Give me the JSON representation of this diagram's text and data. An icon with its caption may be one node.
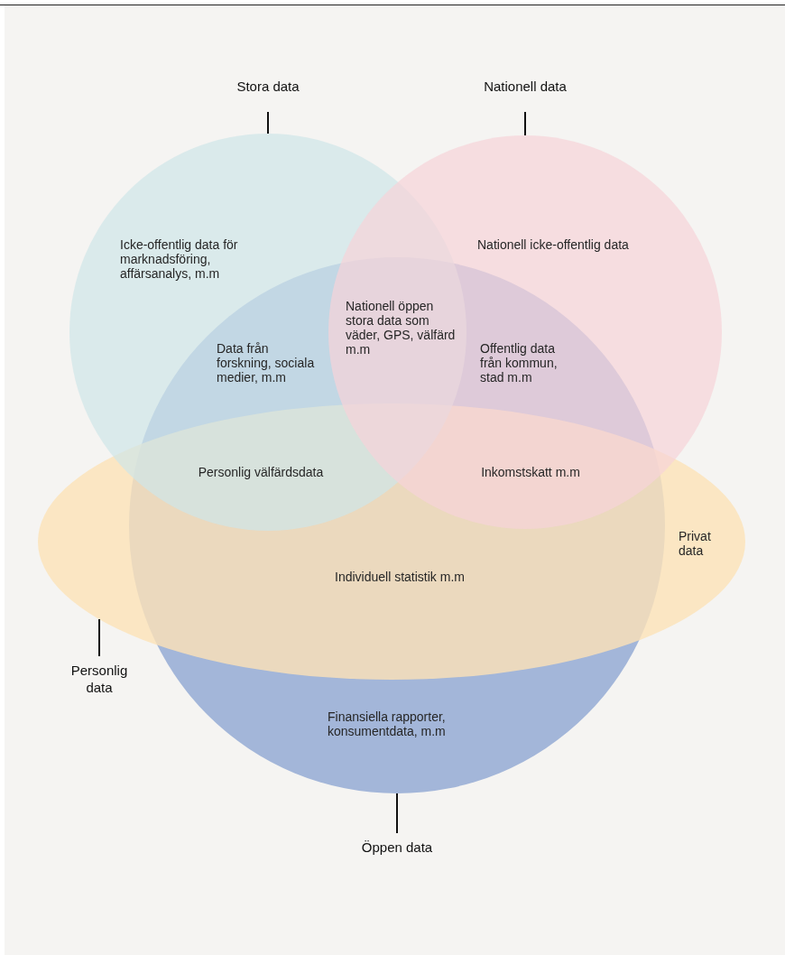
{
  "diagram": {
    "nodes": [
      {
        "text": [
          "Stora data"
        ]
      },
      {
        "text": [
          "Nationell data"
        ]
      },
      {
        "text": [],
        "shape": "circle"
      },
      {
        "text": [],
        "shape": "circle"
      },
      {
        "text": [],
        "shape": "ellipse"
      },
      {
        "text": [],
        "shape": "circle"
      },
      {
        "text": [
          "Personlig data"
        ]
      },
      {
        "text": [
          "Öppen data"
        ]
      }
    ],
    "edges": [
      {
        "from": 0,
        "to": 2,
        "arrow": "none"
      },
      {
        "from": 1,
        "to": 3,
        "arrow": "none"
      },
      {
        "from": 6,
        "to": 4,
        "arrow": "none"
      },
      {
        "from": 7,
        "to": 5,
        "arrow": "none"
      }
    ],
    "labels": [
      "Icke-offentlig data för marknadsföring, affärsanalys, m.m",
      "Nationell icke-offentlig data",
      "Nationell öppen stora data som väder, GPS, välfärd m.m",
      "Data från forskning, sociala medier, m.m",
      "Offentlig data från kommun, stad m.m",
      "Personlig välfärdsdata",
      "Inkomstskatt m.m",
      "Privat data",
      "Individuell statistik m.m",
      "Finansiella rapporter, konsumentdata, m.m"
    ]
  }
}
